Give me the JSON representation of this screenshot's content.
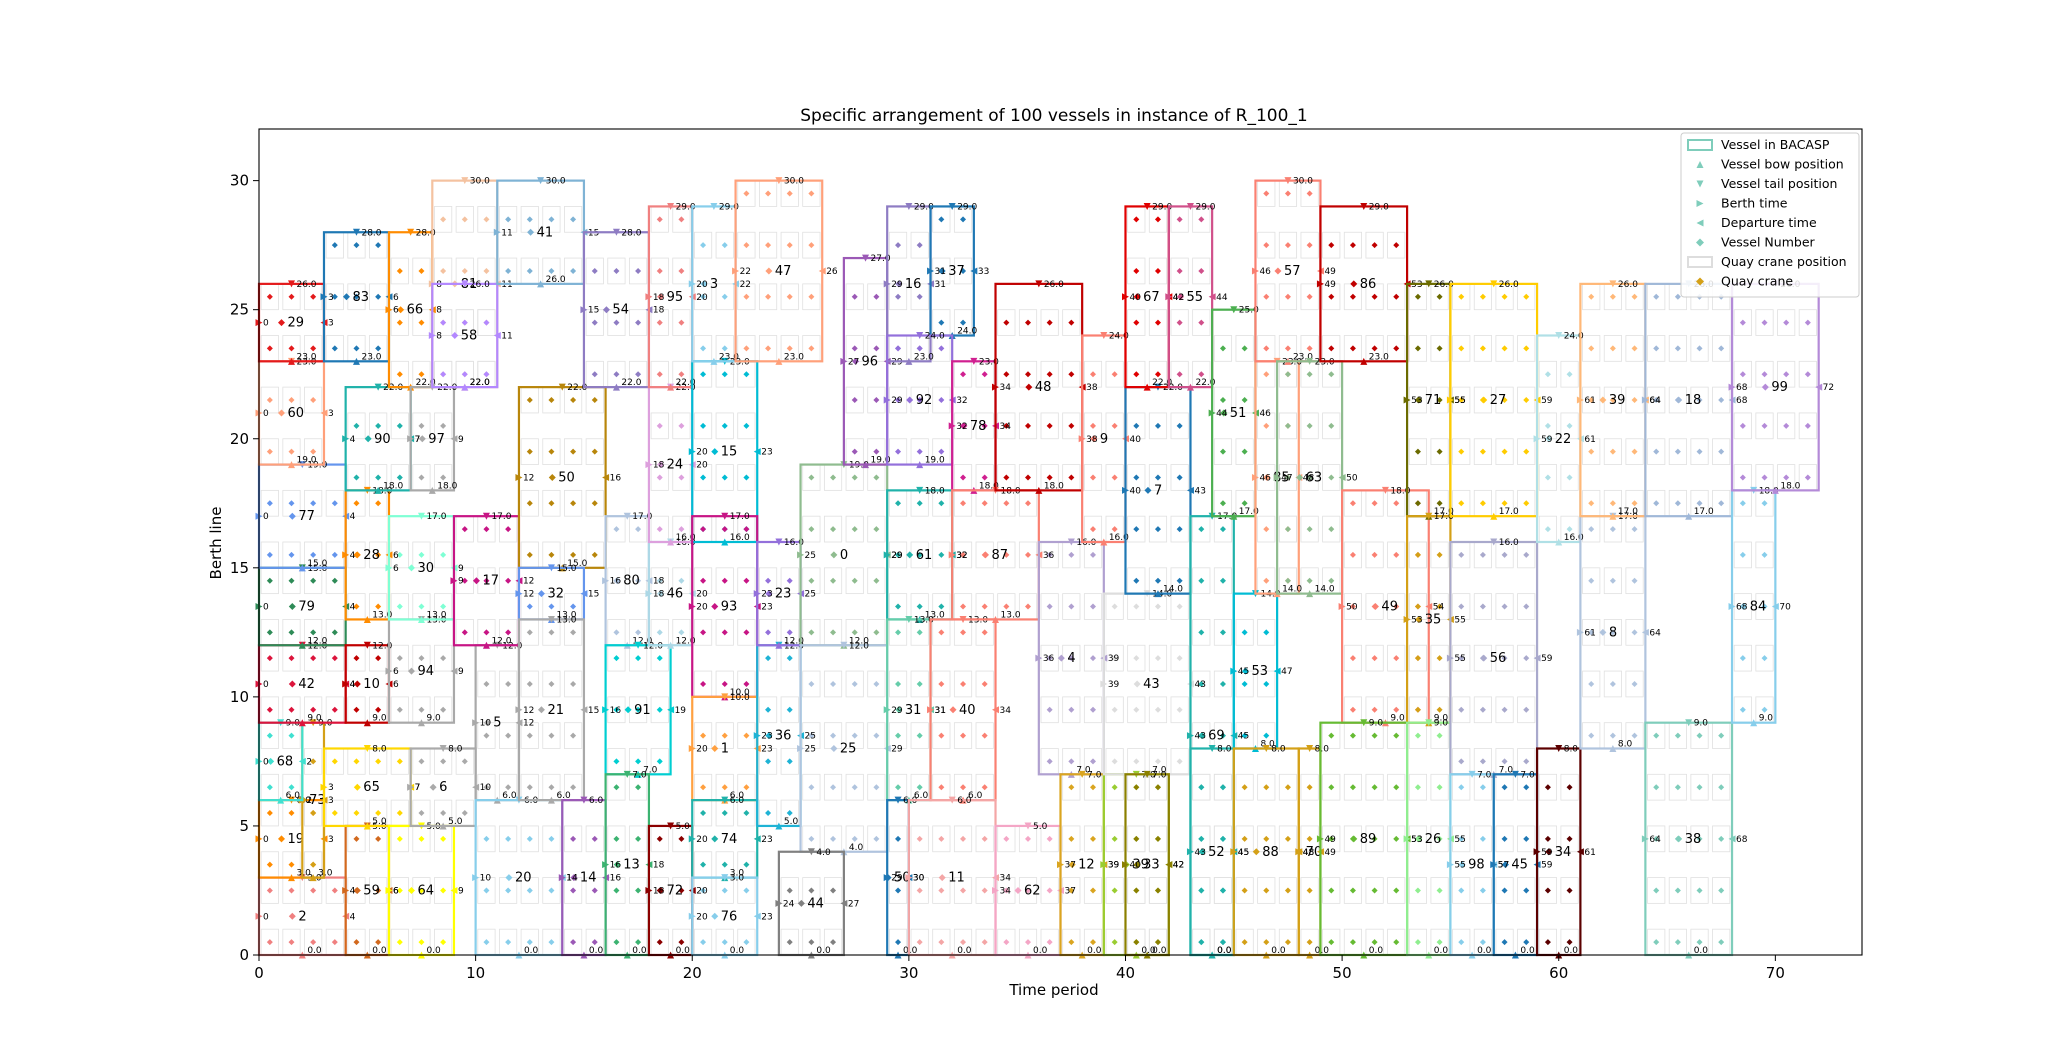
{
  "chart_data": {
    "type": "scatter",
    "title": "Specific arrangement of 100 vessels in instance of R_100_1",
    "xlabel": "Time period",
    "ylabel": "Berth line",
    "xlim": [
      0,
      74
    ],
    "ylim": [
      0,
      32
    ],
    "xticks": [
      0,
      10,
      20,
      30,
      40,
      50,
      60,
      70
    ],
    "yticks": [
      0,
      5,
      10,
      15,
      20,
      25,
      30
    ],
    "legend_position": "top-right",
    "legend": [
      {
        "label": "Vessel in BACASP",
        "marker": "box",
        "color": "#7fcdbb"
      },
      {
        "label": "Vessel bow position",
        "marker": "triangle-up",
        "color": "#7fcdbb"
      },
      {
        "label": "Vessel tail position",
        "marker": "triangle-down",
        "color": "#7fcdbb"
      },
      {
        "label": "Berth time",
        "marker": "triangle-right",
        "color": "#7fcdbb"
      },
      {
        "label": "Departure time",
        "marker": "triangle-left",
        "color": "#7fcdbb"
      },
      {
        "label": "Vessel Number",
        "marker": "diamond",
        "color": "#7fcdbb"
      },
      {
        "label": "Quay crane position",
        "marker": "box",
        "color": "#dddddd"
      },
      {
        "label": "Quay crane",
        "marker": "diamond",
        "color": "#d4a017"
      }
    ],
    "vessels": [
      {
        "id": 2,
        "start": 0,
        "end": 4,
        "bow": 0,
        "tail": 3,
        "color": "#f08080"
      },
      {
        "id": 19,
        "start": 0,
        "end": 3,
        "bow": 3,
        "tail": 6,
        "color": "#ff8c00"
      },
      {
        "id": 73,
        "start": 2,
        "end": 3,
        "bow": 3,
        "tail": 9,
        "color": "#d4a017"
      },
      {
        "id": 68,
        "start": 0,
        "end": 2,
        "bow": 6,
        "tail": 9,
        "color": "#40e0d0"
      },
      {
        "id": 42,
        "start": 0,
        "end": 4,
        "bow": 9,
        "tail": 12,
        "color": "#dc143c"
      },
      {
        "id": 79,
        "start": 0,
        "end": 4,
        "bow": 12,
        "tail": 15,
        "color": "#2e8b57"
      },
      {
        "id": 77,
        "start": 0,
        "end": 4,
        "bow": 15,
        "tail": 19,
        "color": "#6495ed"
      },
      {
        "id": 60,
        "start": 0,
        "end": 3,
        "bow": 19,
        "tail": 23,
        "color": "#ffa07a"
      },
      {
        "id": 29,
        "start": 0,
        "end": 3,
        "bow": 23,
        "tail": 26,
        "color": "#e31a1c"
      },
      {
        "id": 83,
        "start": 3,
        "end": 6,
        "bow": 23,
        "tail": 28,
        "color": "#1f78b4"
      },
      {
        "id": 59,
        "start": 4,
        "end": 6,
        "bow": 0,
        "tail": 5,
        "color": "#d2691e"
      },
      {
        "id": 65,
        "start": 3,
        "end": 7,
        "bow": 5,
        "tail": 8,
        "color": "#ffd700"
      },
      {
        "id": 10,
        "start": 4,
        "end": 6,
        "bow": 9,
        "tail": 12,
        "color": "#c00000"
      },
      {
        "id": 28,
        "start": 4,
        "end": 6,
        "bow": 13,
        "tail": 18,
        "color": "#ff8c00"
      },
      {
        "id": 90,
        "start": 4,
        "end": 7,
        "bow": 18,
        "tail": 22,
        "color": "#20b2aa"
      },
      {
        "id": 66,
        "start": 6,
        "end": 8,
        "bow": 22,
        "tail": 28,
        "color": "#ff8c00"
      },
      {
        "id": 64,
        "start": 6,
        "end": 9,
        "bow": 0,
        "tail": 5,
        "color": "#ffff00"
      },
      {
        "id": 6,
        "start": 7,
        "end": 10,
        "bow": 5,
        "tail": 8,
        "color": "#aaaaaa"
      },
      {
        "id": 94,
        "start": 6,
        "end": 9,
        "bow": 9,
        "tail": 13,
        "color": "#a9a9a9"
      },
      {
        "id": 30,
        "start": 6,
        "end": 9,
        "bow": 13,
        "tail": 17,
        "color": "#7fffd4"
      },
      {
        "id": 97,
        "start": 7,
        "end": 9,
        "bow": 18,
        "tail": 22,
        "color": "#a9a9a9"
      },
      {
        "id": 81,
        "start": 8,
        "end": 11,
        "bow": 22,
        "tail": 30,
        "color": "#f4c2a0"
      },
      {
        "id": 58,
        "start": 8,
        "end": 11,
        "bow": 22,
        "tail": 26,
        "color": "#b388ff"
      },
      {
        "id": 5,
        "start": 10,
        "end": 12,
        "bow": 6,
        "tail": 12,
        "color": "#a9a9a9"
      },
      {
        "id": 17,
        "start": 9,
        "end": 12,
        "bow": 12,
        "tail": 17,
        "color": "#c71585"
      },
      {
        "id": 20,
        "start": 10,
        "end": 14,
        "bow": 0,
        "tail": 6,
        "color": "#87ceeb"
      },
      {
        "id": 41,
        "start": 11,
        "end": 15,
        "bow": 26,
        "tail": 30,
        "color": "#7fb3d5"
      },
      {
        "id": 50,
        "start": 12,
        "end": 16,
        "bow": 15,
        "tail": 22,
        "color": "#b8860b"
      },
      {
        "id": 32,
        "start": 12,
        "end": 15,
        "bow": 13,
        "tail": 15,
        "color": "#6495ed"
      },
      {
        "id": 21,
        "start": 12,
        "end": 15,
        "bow": 6,
        "tail": 13,
        "color": "#a9a9a9"
      },
      {
        "id": 14,
        "start": 14,
        "end": 16,
        "bow": 0,
        "tail": 6,
        "color": "#9b59b6"
      },
      {
        "id": 54,
        "start": 15,
        "end": 18,
        "bow": 22,
        "tail": 28,
        "color": "#8e7cc3"
      },
      {
        "id": 80,
        "start": 16,
        "end": 18,
        "bow": 12,
        "tail": 17,
        "color": "#b0c4de"
      },
      {
        "id": 91,
        "start": 16,
        "end": 19,
        "bow": 7,
        "tail": 12,
        "color": "#00ced1"
      },
      {
        "id": 13,
        "start": 16,
        "end": 18,
        "bow": 0,
        "tail": 7,
        "color": "#3cb371"
      },
      {
        "id": 46,
        "start": 18,
        "end": 20,
        "bow": 12,
        "tail": 16,
        "color": "#add8e6"
      },
      {
        "id": 24,
        "start": 18,
        "end": 20,
        "bow": 16,
        "tail": 22,
        "color": "#dda0dd"
      },
      {
        "id": 95,
        "start": 18,
        "end": 20,
        "bow": 22,
        "tail": 29,
        "color": "#f08080"
      },
      {
        "id": 72,
        "start": 18,
        "end": 20,
        "bow": 0,
        "tail": 5,
        "color": "#8b0000"
      },
      {
        "id": 15,
        "start": 20,
        "end": 23,
        "bow": 16,
        "tail": 23,
        "color": "#00bcd4"
      },
      {
        "id": 3,
        "start": 20,
        "end": 22,
        "bow": 23,
        "tail": 29,
        "color": "#87ceeb"
      },
      {
        "id": 93,
        "start": 20,
        "end": 23,
        "bow": 10,
        "tail": 17,
        "color": "#c71585"
      },
      {
        "id": 1,
        "start": 20,
        "end": 23,
        "bow": 6,
        "tail": 10,
        "color": "#ffa040"
      },
      {
        "id": 74,
        "start": 20,
        "end": 23,
        "bow": 3,
        "tail": 6,
        "color": "#20b2aa"
      },
      {
        "id": 76,
        "start": 20,
        "end": 23,
        "bow": 0,
        "tail": 3,
        "color": "#87ceeb"
      },
      {
        "id": 47,
        "start": 22,
        "end": 26,
        "bow": 23,
        "tail": 30,
        "color": "#ffa07a"
      },
      {
        "id": 36,
        "start": 23,
        "end": 25,
        "bow": 5,
        "tail": 12,
        "color": "#1fb3d5"
      },
      {
        "id": 23,
        "start": 23,
        "end": 25,
        "bow": 12,
        "tail": 16,
        "color": "#9370db"
      },
      {
        "id": 0,
        "start": 25,
        "end": 29,
        "bow": 12,
        "tail": 19,
        "color": "#8fbc8f"
      },
      {
        "id": 25,
        "start": 25,
        "end": 29,
        "bow": 4,
        "tail": 12,
        "color": "#b0c4de"
      },
      {
        "id": 44,
        "start": 24,
        "end": 27,
        "bow": 0,
        "tail": 4,
        "color": "#808080"
      },
      {
        "id": 96,
        "start": 27,
        "end": 29,
        "bow": 19,
        "tail": 27,
        "color": "#9b59b6"
      },
      {
        "id": 16,
        "start": 29,
        "end": 31,
        "bow": 23,
        "tail": 29,
        "color": "#8e7cc3"
      },
      {
        "id": 37,
        "start": 31,
        "end": 33,
        "bow": 24,
        "tail": 29,
        "color": "#1f78b4"
      },
      {
        "id": 92,
        "start": 29,
        "end": 32,
        "bow": 19,
        "tail": 24,
        "color": "#9370db"
      },
      {
        "id": 61,
        "start": 29,
        "end": 32,
        "bow": 13,
        "tail": 18,
        "color": "#20b2aa"
      },
      {
        "id": 31,
        "start": 29,
        "end": 31,
        "bow": 6,
        "tail": 13,
        "color": "#66cdaa"
      },
      {
        "id": 40,
        "start": 31,
        "end": 34,
        "bow": 6,
        "tail": 13,
        "color": "#fa8072"
      },
      {
        "id": 50,
        "start": 29,
        "end": 30,
        "bow": 0,
        "tail": 6,
        "color": "#1f78b4"
      },
      {
        "id": 11,
        "start": 30,
        "end": 34,
        "bow": 0,
        "tail": 6,
        "color": "#f4a6a6"
      },
      {
        "id": 78,
        "start": 32,
        "end": 34,
        "bow": 18,
        "tail": 23,
        "color": "#d02090"
      },
      {
        "id": 87,
        "start": 32,
        "end": 36,
        "bow": 13,
        "tail": 18,
        "color": "#fa8072"
      },
      {
        "id": 48,
        "start": 34,
        "end": 38,
        "bow": 18,
        "tail": 26,
        "color": "#c00000"
      },
      {
        "id": 62,
        "start": 34,
        "end": 37,
        "bow": 0,
        "tail": 5,
        "color": "#f4a6c6"
      },
      {
        "id": 4,
        "start": 36,
        "end": 39,
        "bow": 7,
        "tail": 16,
        "color": "#b0a0d0"
      },
      {
        "id": 9,
        "start": 38,
        "end": 40,
        "bow": 16,
        "tail": 24,
        "color": "#fa8072"
      },
      {
        "id": 12,
        "start": 37,
        "end": 39,
        "bow": 0,
        "tail": 7,
        "color": "#daa520"
      },
      {
        "id": 39,
        "start": 39,
        "end": 42,
        "bow": 0,
        "tail": 7,
        "color": "#9acd32"
      },
      {
        "id": 43,
        "start": 39,
        "end": 43,
        "bow": 7,
        "tail": 14,
        "color": "#dddddd"
      },
      {
        "id": 33,
        "start": 40,
        "end": 42,
        "bow": 0,
        "tail": 7,
        "color": "#8b8000"
      },
      {
        "id": 7,
        "start": 40,
        "end": 43,
        "bow": 14,
        "tail": 22,
        "color": "#1f78b4"
      },
      {
        "id": 67,
        "start": 40,
        "end": 42,
        "bow": 22,
        "tail": 29,
        "color": "#e00000"
      },
      {
        "id": 55,
        "start": 42,
        "end": 44,
        "bow": 22,
        "tail": 29,
        "color": "#d0508a"
      },
      {
        "id": 69,
        "start": 43,
        "end": 45,
        "bow": 0,
        "tail": 17,
        "color": "#20b2aa"
      },
      {
        "id": 52,
        "start": 43,
        "end": 45,
        "bow": 0,
        "tail": 8,
        "color": "#20b2aa"
      },
      {
        "id": 51,
        "start": 44,
        "end": 46,
        "bow": 17,
        "tail": 25,
        "color": "#4caf50"
      },
      {
        "id": 53,
        "start": 45,
        "end": 47,
        "bow": 8,
        "tail": 14,
        "color": "#00bcd4"
      },
      {
        "id": 88,
        "start": 45,
        "end": 48,
        "bow": 0,
        "tail": 8,
        "color": "#d4a017"
      },
      {
        "id": 85,
        "start": 46,
        "end": 48,
        "bow": 14,
        "tail": 23,
        "color": "#ffa07a"
      },
      {
        "id": 57,
        "start": 46,
        "end": 49,
        "bow": 23,
        "tail": 30,
        "color": "#fa8072"
      },
      {
        "id": 63,
        "start": 47,
        "end": 50,
        "bow": 14,
        "tail": 23,
        "color": "#8fbc8f"
      },
      {
        "id": 70,
        "start": 48,
        "end": 49,
        "bow": 0,
        "tail": 8,
        "color": "#d4a017"
      },
      {
        "id": 86,
        "start": 49,
        "end": 53,
        "bow": 23,
        "tail": 29,
        "color": "#c00000"
      },
      {
        "id": 49,
        "start": 50,
        "end": 54,
        "bow": 9,
        "tail": 18,
        "color": "#fa8072"
      },
      {
        "id": 89,
        "start": 49,
        "end": 53,
        "bow": 0,
        "tail": 9,
        "color": "#66bb33"
      },
      {
        "id": 71,
        "start": 53,
        "end": 55,
        "bow": 17,
        "tail": 26,
        "color": "#6b6b00"
      },
      {
        "id": 35,
        "start": 53,
        "end": 55,
        "bow": 9,
        "tail": 17,
        "color": "#d4a017"
      },
      {
        "id": 26,
        "start": 53,
        "end": 55,
        "bow": 0,
        "tail": 9,
        "color": "#90ee90"
      },
      {
        "id": 27,
        "start": 55,
        "end": 59,
        "bow": 17,
        "tail": 26,
        "color": "#ffcc00"
      },
      {
        "id": 56,
        "start": 55,
        "end": 59,
        "bow": 7,
        "tail": 16,
        "color": "#a9a9cc"
      },
      {
        "id": 98,
        "start": 55,
        "end": 57,
        "bow": 0,
        "tail": 7,
        "color": "#87ceeb"
      },
      {
        "id": 45,
        "start": 57,
        "end": 59,
        "bow": 0,
        "tail": 7,
        "color": "#1f78b4"
      },
      {
        "id": 22,
        "start": 59,
        "end": 61,
        "bow": 16,
        "tail": 24,
        "color": "#b0e0e6"
      },
      {
        "id": 34,
        "start": 59,
        "end": 61,
        "bow": 0,
        "tail": 8,
        "color": "#5c0000"
      },
      {
        "id": 8,
        "start": 61,
        "end": 64,
        "bow": 8,
        "tail": 17,
        "color": "#b0c4de"
      },
      {
        "id": 39,
        "start": 61,
        "end": 64,
        "bow": 17,
        "tail": 26,
        "color": "#ffb878"
      },
      {
        "id": 18,
        "start": 64,
        "end": 68,
        "bow": 17,
        "tail": 26,
        "color": "#a0b8d8"
      },
      {
        "id": 38,
        "start": 64,
        "end": 68,
        "bow": 0,
        "tail": 9,
        "color": "#7fcdbb"
      },
      {
        "id": 84,
        "start": 68,
        "end": 70,
        "bow": 9,
        "tail": 18,
        "color": "#87ceeb"
      },
      {
        "id": 99,
        "start": 68,
        "end": 72,
        "bow": 18,
        "tail": 26,
        "color": "#b48ad8"
      }
    ]
  }
}
